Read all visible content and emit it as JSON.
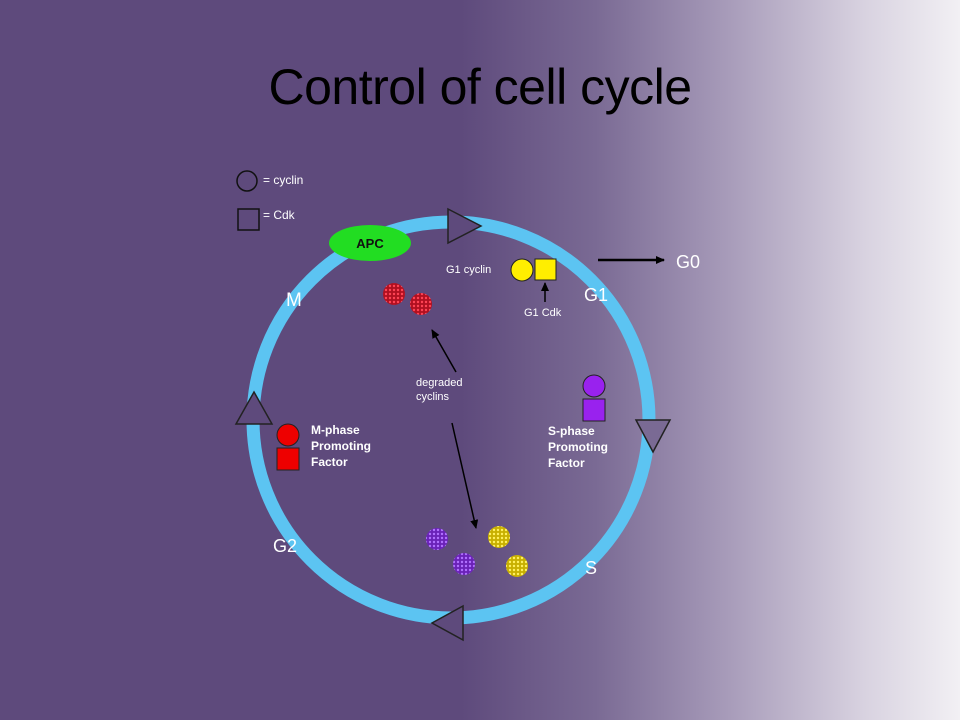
{
  "slide": {
    "title": "Control of cell cycle"
  },
  "legend": {
    "cyclin_label": "= cyclin",
    "cdk_label": "= Cdk"
  },
  "phases": {
    "m": "M",
    "g1": "G1",
    "s": "S",
    "g2": "G2",
    "g0": "G0"
  },
  "apc_label": "APC",
  "g1_cyclin_label": "G1 cyclin",
  "g1_cdk_label": "G1 Cdk",
  "degraded_label": [
    "degraded",
    "cyclins"
  ],
  "mpf_label": [
    "M-phase",
    "Promoting",
    "Factor"
  ],
  "spf_label": [
    "S-phase",
    "Promoting",
    "Factor"
  ],
  "colors": {
    "ring": "#5cc4f2",
    "apc": "#22dd22",
    "mpf": "#ee0000",
    "spf": "#9922ee",
    "g1": "#ffee00",
    "degraded_red": "#dd2233",
    "degraded_purple": "#8833dd",
    "degraded_yellow": "#eedd22",
    "triangle_fill": "#5e4a7c"
  }
}
